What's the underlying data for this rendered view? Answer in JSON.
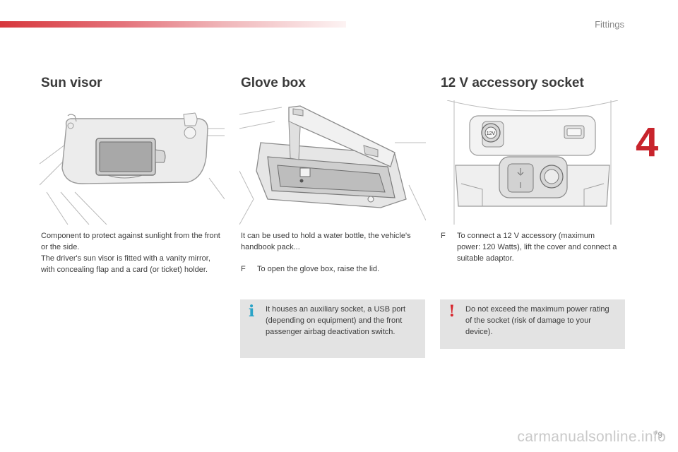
{
  "header": {
    "section": "Fittings",
    "chapter": "4"
  },
  "sun_visor": {
    "title": "Sun visor",
    "paragraph": "Component to protect against sunlight from the front or the side.\nThe driver's sun visor is fitted with a vanity mirror, with concealing flap and a card (or ticket) holder."
  },
  "glove_box": {
    "title": "Glove box",
    "paragraph": "It can be used to hold a water bottle, the vehicle's handbook pack...",
    "bullet_mark": "F",
    "bullet": "To open the glove box, raise the lid.",
    "note_icon": "i",
    "note_icon_name": "info-icon",
    "note": "It houses an auxiliary socket, a USB port (depending on equipment) and the front passenger airbag deactivation switch."
  },
  "socket": {
    "title": "12 V accessory socket",
    "bullet_mark": "F",
    "bullet": "To connect a 12 V accessory (maximum power: 120 Watts), lift the cover and connect a suitable adaptor.",
    "socket_label": "12V",
    "note_icon": "!",
    "note_icon_name": "warning-icon",
    "note": "Do not exceed the maximum power rating of the socket (risk of damage to your device)."
  },
  "footer": {
    "page": "79",
    "watermark": "carmanualsonline.info"
  },
  "colors": {
    "accent_red": "#c8242c",
    "info_blue": "#2aa3c7",
    "warning_red": "#d7262d",
    "note_bg": "#e3e3e3"
  }
}
